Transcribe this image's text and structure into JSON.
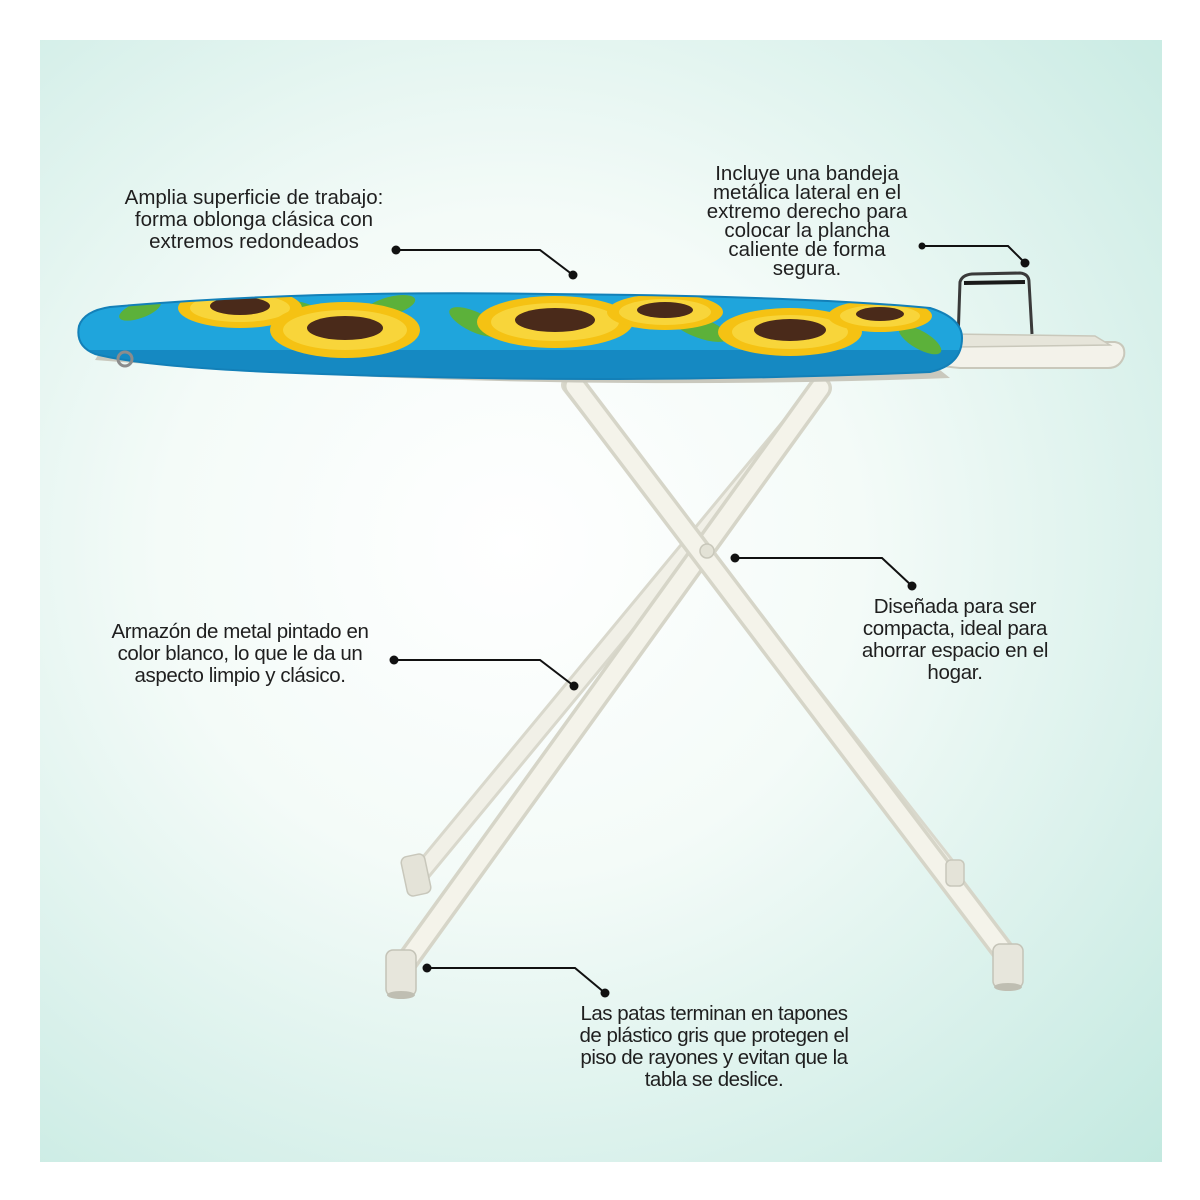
{
  "annotations": {
    "surface": {
      "lines": [
        "Amplia superficie de trabajo:",
        "forma oblonga clásica con",
        "extremos redondeados"
      ]
    },
    "tray": {
      "lines": [
        "Incluye una bandeja",
        "metálica lateral en el",
        "extremo derecho para",
        "colocar la plancha",
        "caliente de forma",
        "segura."
      ]
    },
    "frame": {
      "lines": [
        "Armazón de metal pintado en",
        "color blanco, lo que le da un",
        "aspecto limpio y clásico."
      ]
    },
    "compact": {
      "lines": [
        "Diseñada para ser",
        "compacta, ideal para",
        "ahorrar espacio en el",
        "hogar."
      ]
    },
    "feet": {
      "lines": [
        "Las patas terminan en tapones",
        "de plástico gris que protegen el",
        "piso de rayones y evitan que la",
        "tabla se deslice."
      ]
    }
  },
  "colors": {
    "board_cover": "#1fa5dc",
    "sunflower_petals": "#f5c213",
    "sunflower_center": "#4a2a1a",
    "leaves": "#5cb13a",
    "frame": "#ecebe0",
    "background": "#d7f0ea"
  }
}
